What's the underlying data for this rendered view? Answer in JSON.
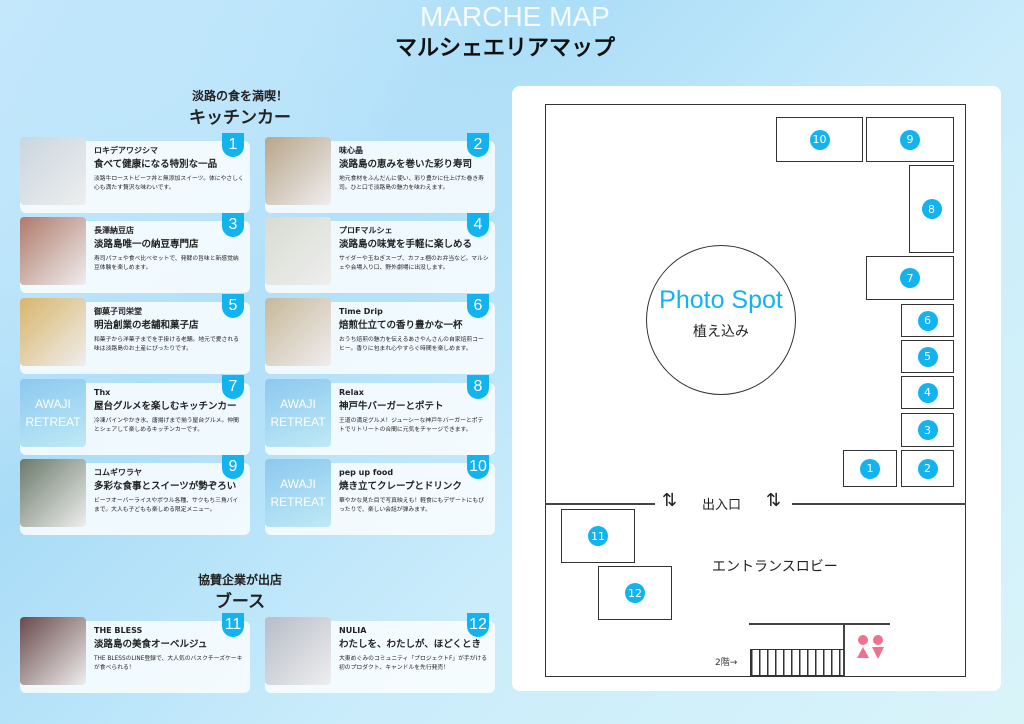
{
  "header": {
    "bg_title": "MARCHE MAP",
    "title": "マルシェエリアマップ"
  },
  "kitchen": {
    "subtitle": "淡路の食を満喫！",
    "heading": "キッチンカー"
  },
  "booths_section": {
    "subtitle": "協賛企業が出店",
    "heading": "ブース"
  },
  "cards": [
    {
      "num": "1",
      "name": "ロキデアワジシマ",
      "catch": "食べて健康になる特別な一品",
      "desc": "淡路牛ローストビーフ丼と無添加スイーツ。体にやさしく心も満たす贅沢な味わいです。",
      "img": "#c9d6de"
    },
    {
      "num": "2",
      "name": "味心晶",
      "catch": "淡路島の恵みを巻いた彩り寿司",
      "desc": "地元食材をふんだんに使い、彩り豊かに仕上げた巻き寿司。ひと口で淡路島の魅力を味わえます。",
      "img": "#b9a58a"
    },
    {
      "num": "3",
      "name": "長澤納豆店",
      "catch": "淡路島唯一の納豆専門店",
      "desc": "寿司パフェや食べ比べセットで、発酵の旨味と新感覚納豆体験を楽しめます。",
      "img": "#b07a6a"
    },
    {
      "num": "4",
      "name": "プロFマルシェ",
      "catch": "淡路島の味覚を手軽に楽しめる",
      "desc": "サイダーや玉ねぎスープ、カフェ梱のお弁当など。マルシェや会場入り口、野外劇場に出没します。",
      "img": "#d8dcd2"
    },
    {
      "num": "5",
      "name": "御菓子司栄堂",
      "catch": "明治創業の老舗和菓子店",
      "desc": "和菓子から洋菓子までを手掛ける老舗。地元で愛される味は淡路島のお土産にぴったりです。",
      "img": "#d9b56a"
    },
    {
      "num": "6",
      "name": "Time Drip",
      "catch": "焙煎仕立ての香り豊かな一杯",
      "desc": "おうち焙煎の魅力を伝えるあさやんさんの自家焙煎コーヒー。香りに包まれ心やすらぐ時間を楽しめます。",
      "img": "#c8b89a"
    },
    {
      "num": "7",
      "name": "Thx",
      "catch": "屋台グルメを楽しむキッチンカー",
      "desc": "冷凍パインやかき氷、唐揚げまで揃う屋台グルメ。仲間とシェアして楽しめるキッチンカーです。",
      "img_text": [
        "AWAJI",
        "RETREAT"
      ]
    },
    {
      "num": "8",
      "name": "Relax",
      "catch": "神戸牛バーガーとポテト",
      "desc": "王道の満足グルメ！ジューシーな神戸牛バーガーとポテトでリトリートの合間に元気をチャージできます。",
      "img_text": [
        "AWAJI",
        "RETREAT"
      ]
    },
    {
      "num": "9",
      "name": "コムギワラヤ",
      "catch": "多彩な食事とスイーツが勢ぞろい",
      "desc": "ビーフオーバーライスやボウル各種、サクもち三角パイまで。大人も子どもも楽しめる限定メニュー。",
      "img": "#6b7a6a"
    },
    {
      "num": "10",
      "name": "pep up food",
      "catch": "焼き立てクレープとドリンク",
      "desc": "華やかな見た目で写真映えも！軽食にもデザートにもぴったりで、楽しい会話が弾みます。",
      "img_text": [
        "AWAJI",
        "RETREAT"
      ]
    },
    {
      "num": "11",
      "name": "THE BLESS",
      "catch": "淡路島の美食オーベルジュ",
      "desc": "THE BLESSのLINE登録で、大人気のバスクチーズケーキが食べられる！",
      "img": "#6a4a4a"
    },
    {
      "num": "12",
      "name": "NULIA",
      "catch": "わたしを、わたしが、ほどくとき",
      "desc": "大東めぐみのコミュニティ「プロジェクトF」が手がける初のプロダクト、キャンドルを先行発売！",
      "img": "#b7bcc8"
    }
  ],
  "map": {
    "photo_spot": "Photo Spot",
    "planting": "植え込み",
    "entrance": "出入口",
    "lobby": "エントランスロビー",
    "floor2": "2階→",
    "arrow": "⇅"
  },
  "colors": {
    "accent": "#12b3ee",
    "toilet": "#f07090"
  }
}
